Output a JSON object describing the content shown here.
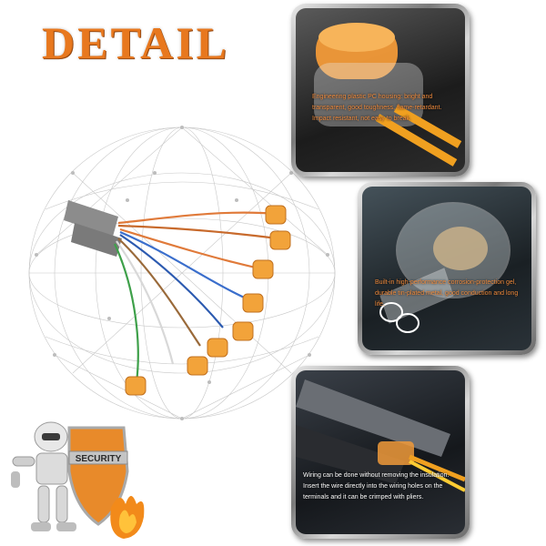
{
  "title": "DETAIL",
  "panels": [
    {
      "caption": "Engineering plastic PC housing: bright and transparent, good toughness, flame-retardant. Impact resistant, not easy to break."
    },
    {
      "caption": "Built-in high-performance corrosion-protection gel, durable tin-plated metal, good conduction and long life."
    },
    {
      "caption": "Wiring can be done without removing the insulation. Insert the wire directly into the wiring holes on the terminals and it can be crimped with pliers."
    }
  ],
  "badge": {
    "label": "SECURITY"
  },
  "colors": {
    "title": "#e8781e",
    "caption": "#f08a3c",
    "connector": "#f2a33a"
  }
}
